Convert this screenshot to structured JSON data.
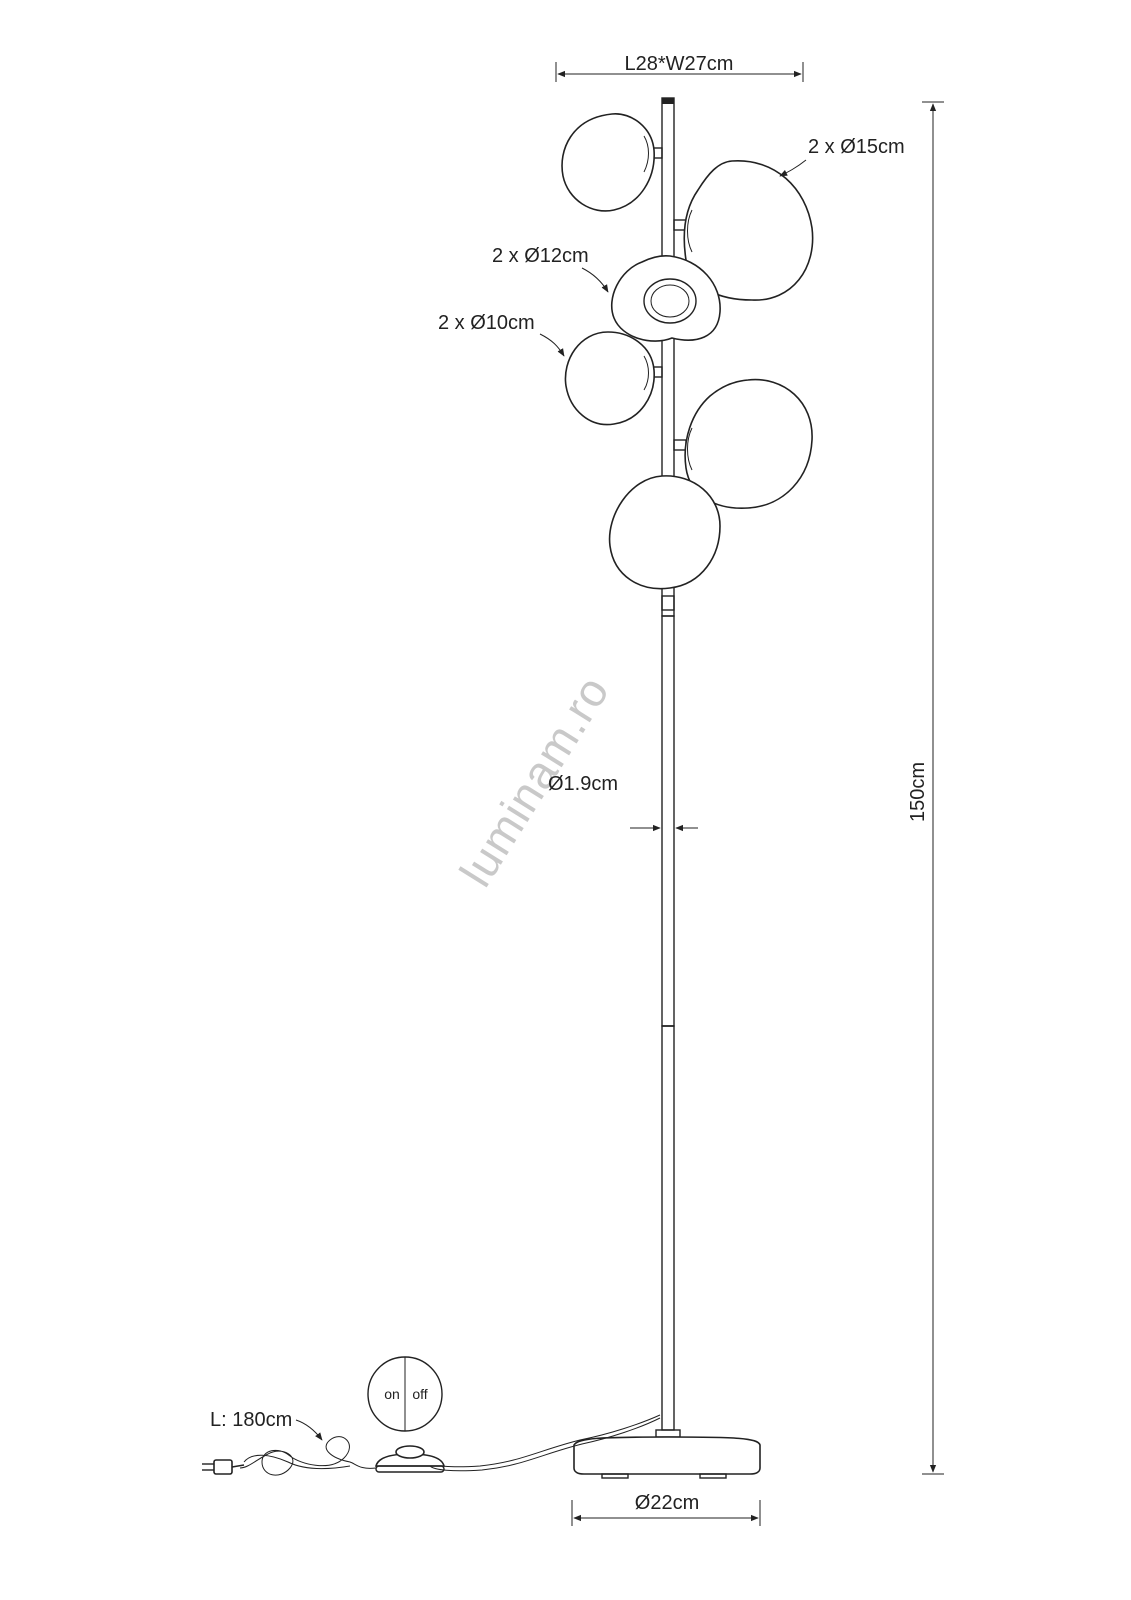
{
  "dimensions": {
    "width_label": "L28*W27cm",
    "height_label": "150cm",
    "shade_15_label": "2 x Ø15cm",
    "shade_12_label": "2 x Ø12cm",
    "shade_10_label": "2 x Ø10cm",
    "pole_label": "Ø1.9cm",
    "base_label": "Ø22cm",
    "cable_label": "L: 180cm"
  },
  "switch": {
    "on_label": "on",
    "off_label": "off"
  },
  "watermark": "luminam.ro",
  "colors": {
    "line": "#222222",
    "watermark": "#c9c9c9",
    "background": "#ffffff"
  }
}
